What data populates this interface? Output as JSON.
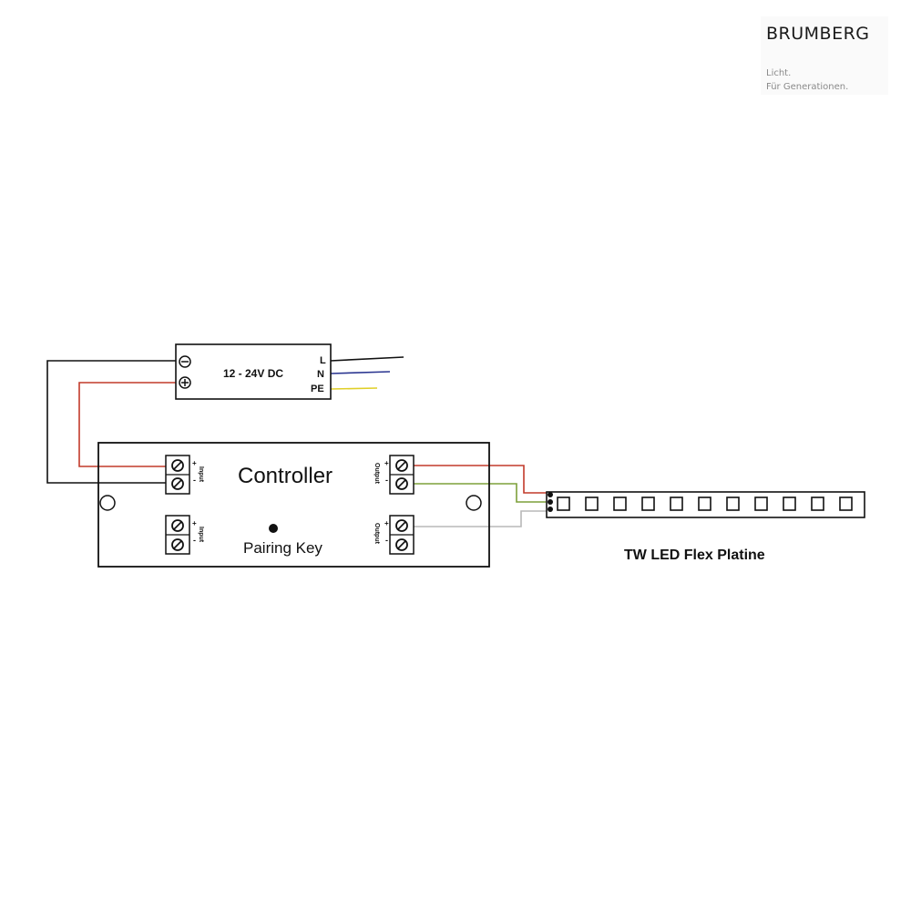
{
  "brand": {
    "name": "BRUMBERG",
    "tagline_line1": "Licht.",
    "tagline_line2": "Für Generationen."
  },
  "psu": {
    "label": "12 - 24V DC",
    "terminal_L": "L",
    "terminal_N": "N",
    "terminal_PE": "PE"
  },
  "controller": {
    "label": "Controller",
    "pairing_key": "Pairing Key",
    "input_label": "Input",
    "output_label": "Output",
    "plus": "+",
    "minus": "-"
  },
  "strip": {
    "label": "TW LED Flex Platine"
  },
  "colors": {
    "line": "#111111",
    "wire_L": "#111111",
    "wire_N": "#2a3590",
    "wire_PE": "#e0cf28",
    "wire_positive": "#c23a2a",
    "wire_warm": "#7da03a",
    "wire_cold": "#b8b8b8"
  }
}
